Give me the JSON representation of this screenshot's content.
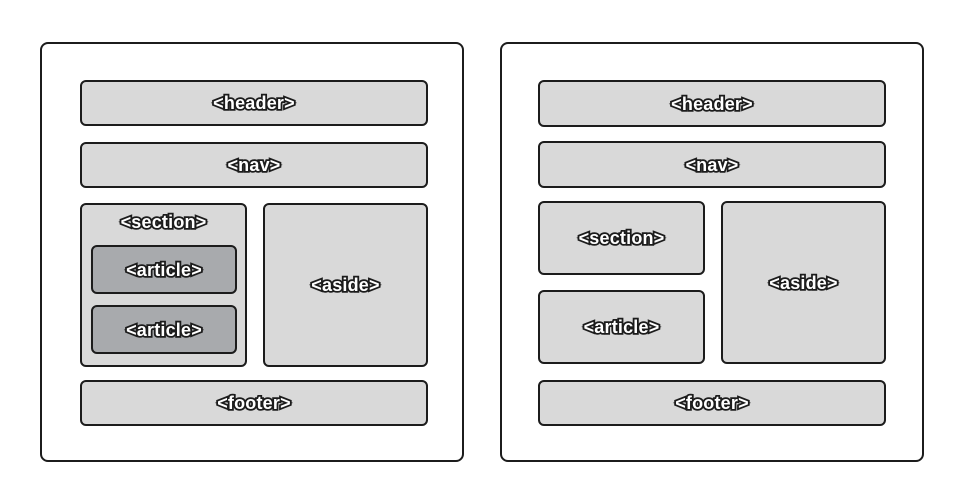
{
  "colors": {
    "outline": "#1c1c1c",
    "box_fill": "#d9d9d9",
    "nested_box_fill": "#a8aaad",
    "background": "#ffffff"
  },
  "left_layout": {
    "header": "<header>",
    "nav": "<nav>",
    "section": "<section>",
    "article_1": "<article>",
    "article_2": "<article>",
    "aside": "<aside>",
    "footer": "<footer>"
  },
  "right_layout": {
    "header": "<header>",
    "nav": "<nav>",
    "section": "<section>",
    "article": "<article>",
    "aside": "<aside>",
    "footer": "<footer>"
  }
}
